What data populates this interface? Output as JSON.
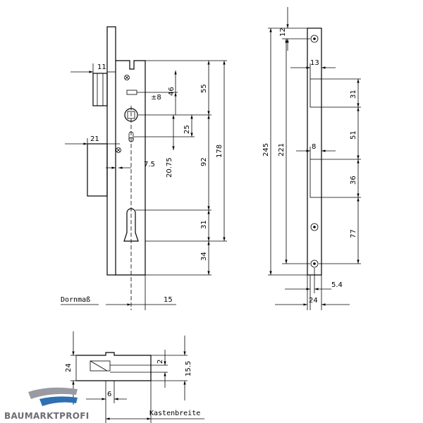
{
  "dimensions": {
    "d11": "11",
    "d46": "46",
    "d55": "55",
    "d8pm": "±8",
    "d25": "25",
    "d178": "178",
    "d21": "21",
    "d2075": "20.75",
    "d75": "7.5",
    "d92": "92",
    "d31_body": "31",
    "d34": "34",
    "d15": "15",
    "d12": "12",
    "d13": "13",
    "d31_plate": "31",
    "d245": "245",
    "d221": "221",
    "d51": "51",
    "d8": "8",
    "d36": "36",
    "d77": "77",
    "d54": "5.4",
    "d24_plate": "24",
    "d24_side": "24",
    "d2": "2",
    "d155": "15.5",
    "d6": "6"
  },
  "captions": {
    "dornmass": "Dornmaß",
    "kastenbreite": "Kastenbreite"
  },
  "watermark": {
    "text": "BAUMARKTPROFI",
    "color": "#6d6d74",
    "accent": "#2f6fb3"
  }
}
